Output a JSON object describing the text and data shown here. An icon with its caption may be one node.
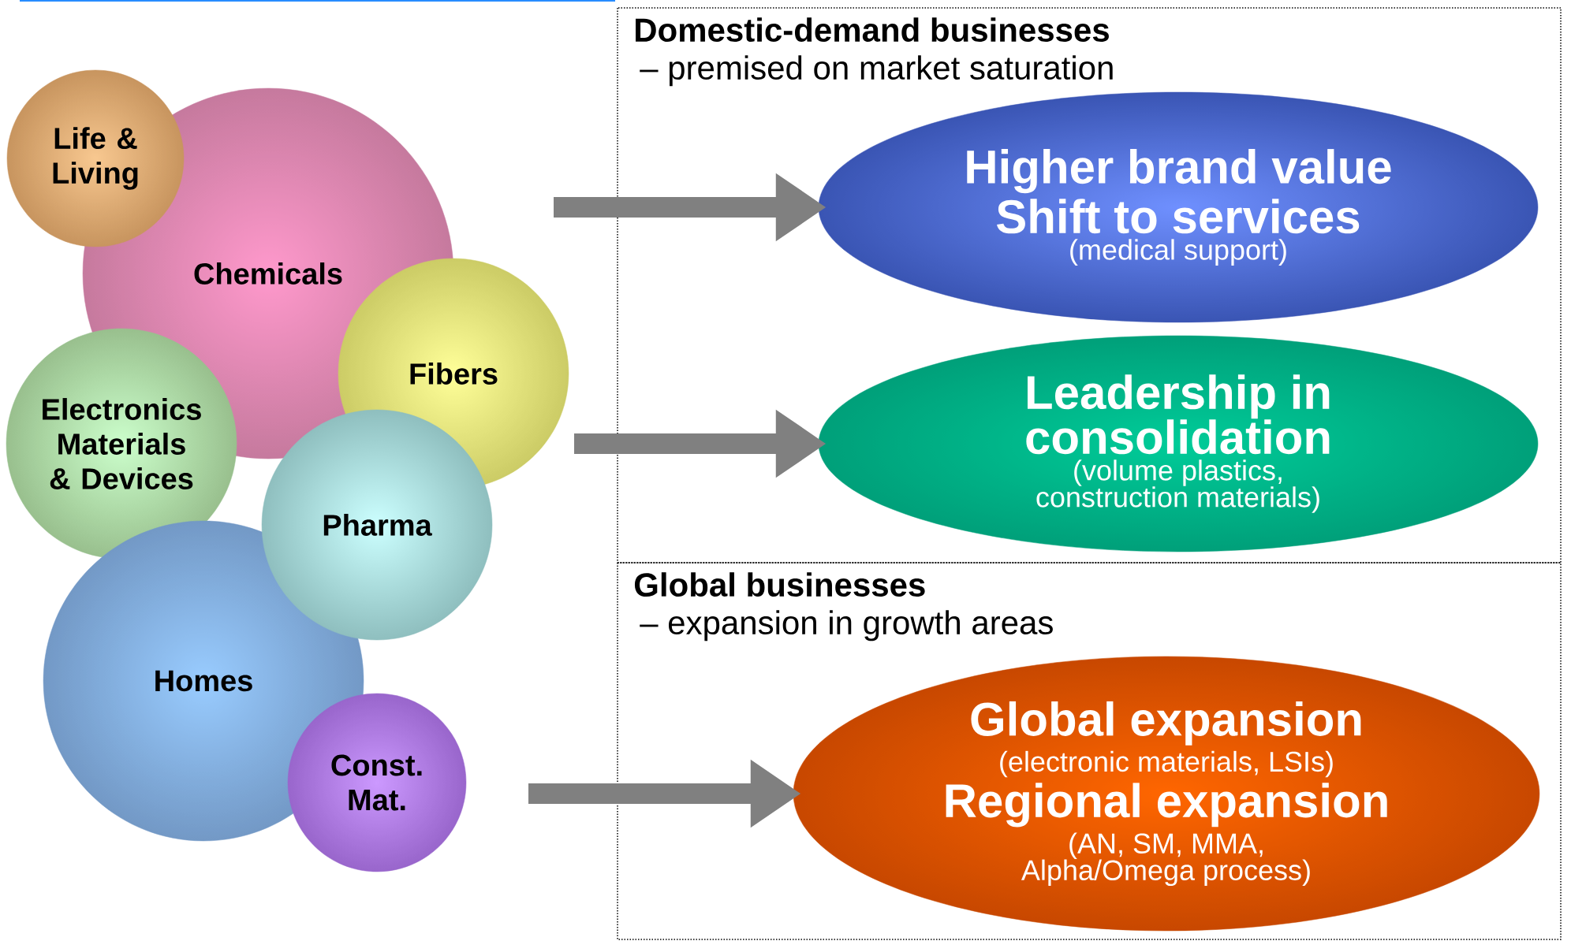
{
  "diagram": {
    "nodes": [
      {
        "text": [
          "Life & Living"
        ]
      },
      {
        "text": [
          "Chemicals"
        ]
      },
      {
        "text": [
          "Fibers"
        ]
      },
      {
        "text": [
          "Electronics Materials & Devices"
        ]
      },
      {
        "text": [
          "Pharma"
        ]
      },
      {
        "text": [
          "Homes"
        ]
      },
      {
        "text": [
          "Const. Mat."
        ]
      },
      {
        "text": [
          "Domestic-demand businesses",
          "– premised on market saturation"
        ]
      },
      {
        "text": [
          "Higher brand value",
          "Shift to services",
          "(medical support)"
        ],
        "in": 7
      },
      {
        "text": [
          "Leadership in consolidation",
          "(volume plastics, construction materials)"
        ],
        "in": 7
      },
      {
        "text": [
          "Global businesses",
          "– expansion in growth areas"
        ]
      },
      {
        "text": [
          "Global expansion",
          "(electronic materials, LSIs)",
          "Regional expansion",
          "(AN, SM, MMA, Alpha/Omega process)"
        ],
        "in": 10
      }
    ],
    "edges": [
      {
        "from": null,
        "to": 8,
        "arrow": "to"
      },
      {
        "from": null,
        "to": 9,
        "arrow": "to"
      },
      {
        "from": null,
        "to": 11,
        "arrow": "to"
      }
    ]
  }
}
